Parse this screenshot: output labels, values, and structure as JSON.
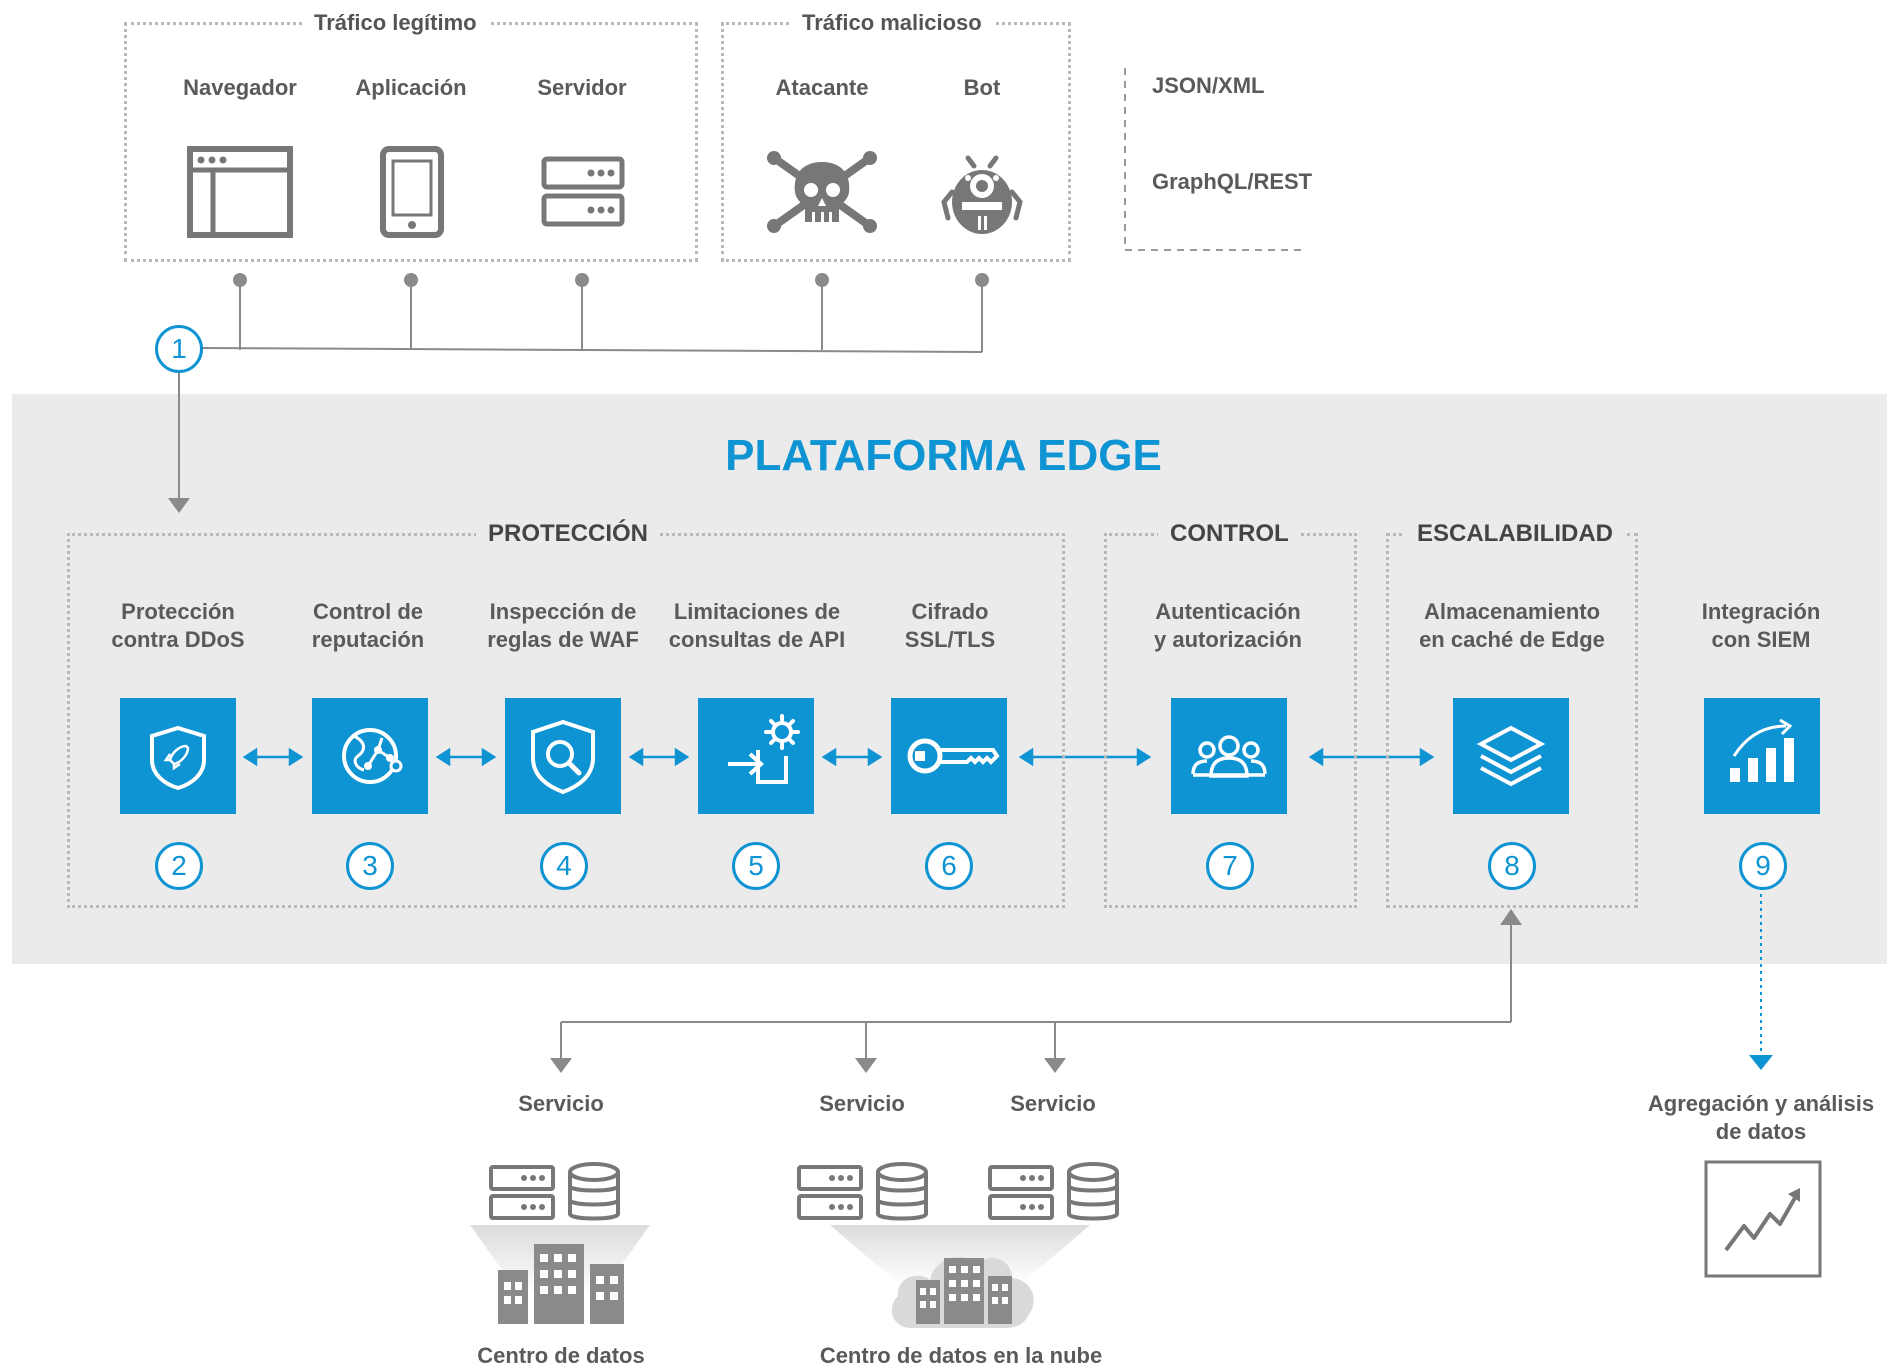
{
  "traffic": {
    "legit_title": "Tráfico legítimo",
    "malicious_title": "Tráfico malicioso",
    "items": [
      {
        "label": "Navegador",
        "icon": "browser-window-icon"
      },
      {
        "label": "Aplicación",
        "icon": "tablet-icon"
      },
      {
        "label": "Servidor",
        "icon": "server-icon"
      },
      {
        "label": "Atacante",
        "icon": "skull-crossbones-icon"
      },
      {
        "label": "Bot",
        "icon": "bot-bug-icon"
      }
    ]
  },
  "formats": [
    "JSON/XML",
    "GraphQL/REST"
  ],
  "platform": {
    "title": "PLATAFORMA EDGE",
    "sections": {
      "protection": "PROTECCIÓN",
      "control": "CONTROL",
      "scalability": "ESCALABILIDAD"
    },
    "steps": [
      {
        "number": "1"
      },
      {
        "number": "2",
        "label": "Protección\ncontra DDoS",
        "icon": "shield-rocket-icon"
      },
      {
        "number": "3",
        "label": "Control de\nreputación",
        "icon": "globe-network-icon"
      },
      {
        "number": "4",
        "label": "Inspección de\nreglas de WAF",
        "icon": "shield-search-icon"
      },
      {
        "number": "5",
        "label": "Limitaciones de\nconsultas de API",
        "icon": "api-gear-login-icon"
      },
      {
        "number": "6",
        "label": "Cifrado\nSSL/TLS",
        "icon": "key-icon"
      },
      {
        "number": "7",
        "label": "Autenticación\ny autorización",
        "icon": "users-group-icon"
      },
      {
        "number": "8",
        "label": "Almacenamiento\nen caché de Edge",
        "icon": "layers-stack-icon"
      },
      {
        "number": "9",
        "label": "Integración\ncon SIEM",
        "icon": "analytics-bars-icon"
      }
    ]
  },
  "backend": {
    "services": [
      "Servicio",
      "Servicio",
      "Servicio"
    ],
    "datacenter_label": "Centro de datos",
    "cloud_label": "Centro de datos en la nube",
    "siem_label": "Agregación y análisis\nde datos"
  },
  "colors": {
    "accent": "#0e93d3",
    "band": "#ebebeb",
    "gray": "#8a8a8a",
    "dotted": "#b8b8b8"
  }
}
